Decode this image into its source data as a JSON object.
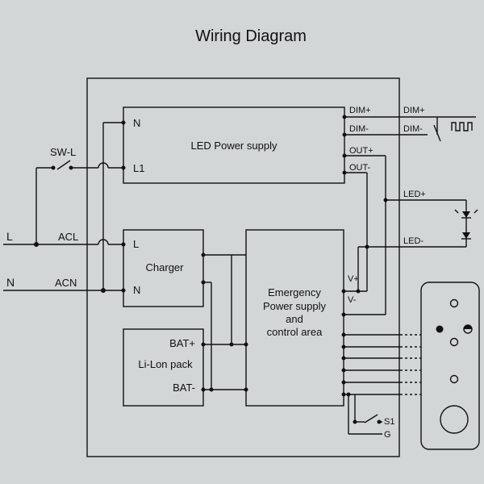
{
  "title": "Wiring Diagram",
  "led_power_supply": {
    "name": "LED Power supply",
    "pin_n": "N",
    "pin_l1": "L1",
    "pin_dim_plus": "DIM+",
    "pin_dim_minus": "DIM-",
    "pin_out_plus": "OUT+",
    "pin_out_minus": "OUT-"
  },
  "charger": {
    "name": "Charger",
    "pin_l": "L",
    "pin_n": "N"
  },
  "battery": {
    "name": "Li-Lon pack",
    "pin_bat_plus": "BAT+",
    "pin_bat_minus": "BAT-"
  },
  "emergency": {
    "line1": "Emergency",
    "line2": "Power supply",
    "line3": "and",
    "line4": "control area",
    "pin_v_plus": "V+",
    "pin_v_minus": "V-"
  },
  "mains": {
    "l": "L",
    "n": "N",
    "acl": "ACL",
    "acn": "ACN",
    "switch": "SW-L"
  },
  "outputs": {
    "dim_plus": "DIM+",
    "dim_minus": "DIM-",
    "led_plus": "LED+",
    "led_minus": "LED-"
  },
  "test_switch": {
    "s1": "S1",
    "g": "G"
  }
}
